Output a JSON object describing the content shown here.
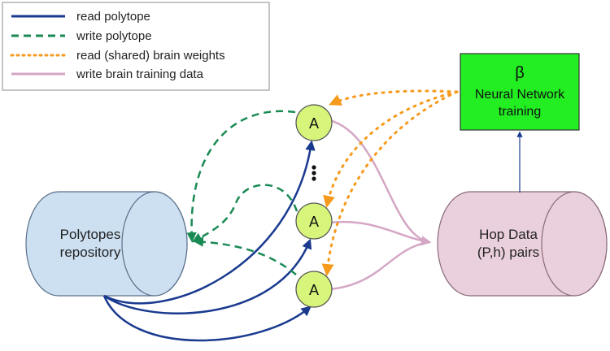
{
  "legend": {
    "items": [
      {
        "label": "read polytope",
        "style": "solid",
        "color": "#1a3a8f"
      },
      {
        "label": "write polytope",
        "style": "dashed",
        "color": "#1a8a55"
      },
      {
        "label": "read (shared) brain weights",
        "style": "dotted",
        "color": "#f59a1c"
      },
      {
        "label": "write brain training data",
        "style": "solid",
        "color": "#d4a7c4"
      }
    ]
  },
  "repository": {
    "line1": "Polytopes",
    "line2": "repository",
    "color": "#cde0f2"
  },
  "hop_data": {
    "line1": "Hop Data",
    "line2": "(P,h) pairs",
    "color": "#ead0dc"
  },
  "network": {
    "symbol": "β",
    "line1": "Neural Network",
    "line2": "training",
    "color": "#22ee22"
  },
  "agents": {
    "label": "A",
    "color": "#d6f57a"
  },
  "ellipsis_color": "#111111"
}
